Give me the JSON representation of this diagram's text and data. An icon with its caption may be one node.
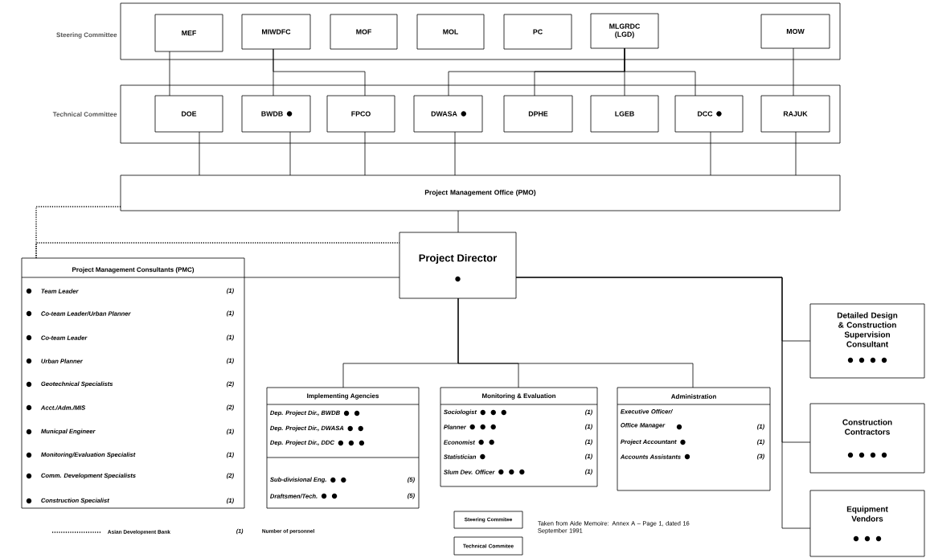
{
  "diagram": {
    "nodes": [
      {
        "text": [
          "Steering Committee"
        ]
      },
      {
        "text": [
          "MEF"
        ],
        "in": 0
      },
      {
        "text": [
          "MIWDFC"
        ],
        "in": 0
      },
      {
        "text": [
          "MOF"
        ],
        "in": 0
      },
      {
        "text": [
          "MOL"
        ],
        "in": 0
      },
      {
        "text": [
          "PC"
        ],
        "in": 0
      },
      {
        "text": [
          "MLGRDC (LGD)"
        ],
        "in": 0
      },
      {
        "text": [
          "MOW"
        ],
        "in": 0
      },
      {
        "text": [
          "Technical Committee"
        ]
      },
      {
        "text": [
          "DOE"
        ],
        "in": 8
      },
      {
        "text": [
          "BWDB"
        ],
        "in": 8
      },
      {
        "text": [
          "FPCO"
        ],
        "in": 8
      },
      {
        "text": [
          "DWASA"
        ],
        "in": 8
      },
      {
        "text": [
          "DPHE"
        ],
        "in": 8
      },
      {
        "text": [
          "LGEB"
        ],
        "in": 8
      },
      {
        "text": [
          "DCC"
        ],
        "in": 8
      },
      {
        "text": [
          "RAJUK"
        ],
        "in": 8
      },
      {
        "text": [
          "Project Management Office (PMO)"
        ]
      },
      {
        "text": [
          "Project Director"
        ]
      },
      {
        "text": [
          "Project Management Consultants (PMC)",
          "Team Leader",
          "(1)",
          "Co-team Leader/Urban Planner",
          "(1)",
          "Co-team Leader",
          "(1)",
          "Urban Planner",
          "(1)",
          "Geotechnical Specialists",
          "(2)",
          "Acct./Adm./MIS",
          "(2)",
          "Municpal Engineer",
          "(1)",
          "Monitoring/Evaluation Specialist",
          "(1)",
          "Comm. Development Specialists",
          "(2)",
          "Construction Specialist",
          "(1)"
        ]
      },
      {
        "text": [
          "Implementing Agencies",
          "Dep. Project Dir., BWDB",
          "Dep. Project Dir., DWASA",
          "Dep. Project Dir., DDC",
          "Sub-divisional Eng.",
          "(5)",
          "Draftsmen/Tech.",
          "(5)"
        ]
      },
      {
        "text": [
          "Monitoring & Evaluation",
          "Sociologist",
          "(1)",
          "Planner",
          "(1)",
          "Economist",
          "(1)",
          "Statistician",
          "(1)",
          "Slum Dev. Officer",
          "(1)"
        ]
      },
      {
        "text": [
          "Administration",
          "Executive Officer/ Office Manager",
          "(1)",
          "Project Accountant",
          "(1)",
          "Accounts Assistants",
          "(3)"
        ]
      },
      {
        "text": [
          "Detailed Design & Construction Supervision Consultant"
        ]
      },
      {
        "text": [
          "Construction Contractors"
        ]
      },
      {
        "text": [
          "Equipment Vendors"
        ]
      },
      {
        "text": [
          "Steering Commitee"
        ]
      },
      {
        "text": [
          "Technical Commitee"
        ]
      }
    ],
    "edges": [
      {
        "from": 1,
        "to": 9,
        "arrow": "none"
      },
      {
        "from": 2,
        "to": 10,
        "arrow": "none"
      },
      {
        "from": 2,
        "to": 11,
        "arrow": "none"
      },
      {
        "from": 6,
        "to": 12,
        "arrow": "none"
      },
      {
        "from": 6,
        "to": 13,
        "arrow": "none"
      },
      {
        "from": 6,
        "to": 14,
        "arrow": "none"
      },
      {
        "from": 6,
        "to": 15,
        "arrow": "none"
      },
      {
        "from": 7,
        "to": 16,
        "arrow": "none"
      },
      {
        "from": 9,
        "to": 17,
        "arrow": "none"
      },
      {
        "from": 10,
        "to": 17,
        "arrow": "none"
      },
      {
        "from": 11,
        "to": 17,
        "arrow": "none"
      },
      {
        "from": 12,
        "to": 17,
        "arrow": "none"
      },
      {
        "from": 15,
        "to": 17,
        "arrow": "none"
      },
      {
        "from": 16,
        "to": 17,
        "arrow": "none"
      },
      {
        "from": 17,
        "to": 18,
        "arrow": "none"
      },
      {
        "from": 17,
        "to": 19,
        "arrow": "none",
        "style": "dashed"
      },
      {
        "from": 19,
        "to": 18,
        "arrow": "none",
        "style": "dashed"
      },
      {
        "from": 19,
        "to": 18,
        "arrow": "none"
      },
      {
        "from": 18,
        "to": 20,
        "arrow": "none"
      },
      {
        "from": 18,
        "to": 21,
        "arrow": "none"
      },
      {
        "from": 18,
        "to": 22,
        "arrow": "none"
      },
      {
        "from": 18,
        "to": 23,
        "arrow": "none"
      },
      {
        "from": 18,
        "to": 24,
        "arrow": "none"
      },
      {
        "from": 18,
        "to": 25,
        "arrow": "none"
      }
    ],
    "labels": [
      "(1)",
      "Number of personnel",
      "Taken from Aide Memoire: Annex A – Page 1, dated 16 September 1991"
    ],
    "legend": [
      {
        "text": "Asian Development Bank"
      }
    ]
  }
}
